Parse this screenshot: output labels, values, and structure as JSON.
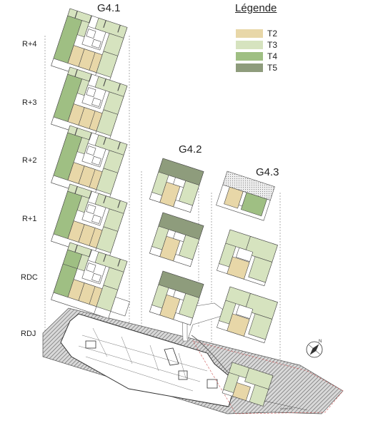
{
  "legend": {
    "title": "Légende",
    "items": [
      {
        "label": "T2",
        "color": "#e8d7a8"
      },
      {
        "label": "T3",
        "color": "#d6e3bf"
      },
      {
        "label": "T4",
        "color": "#9fbf83"
      },
      {
        "label": "T5",
        "color": "#8e9c7c"
      }
    ]
  },
  "buildings": {
    "g41": "G4.1",
    "g42": "G4.2",
    "g43": "G4.3"
  },
  "levels": [
    "R+4",
    "R+3",
    "R+2",
    "R+1",
    "RDC",
    "RDJ"
  ],
  "colors": {
    "t2": "#e8d7a8",
    "t3": "#d6e3bf",
    "t4": "#9fbf83",
    "t5": "#8e9c7c",
    "line": "#555555",
    "hatch": "#777777"
  },
  "icons": {
    "compass": "north-arrow-icon"
  }
}
